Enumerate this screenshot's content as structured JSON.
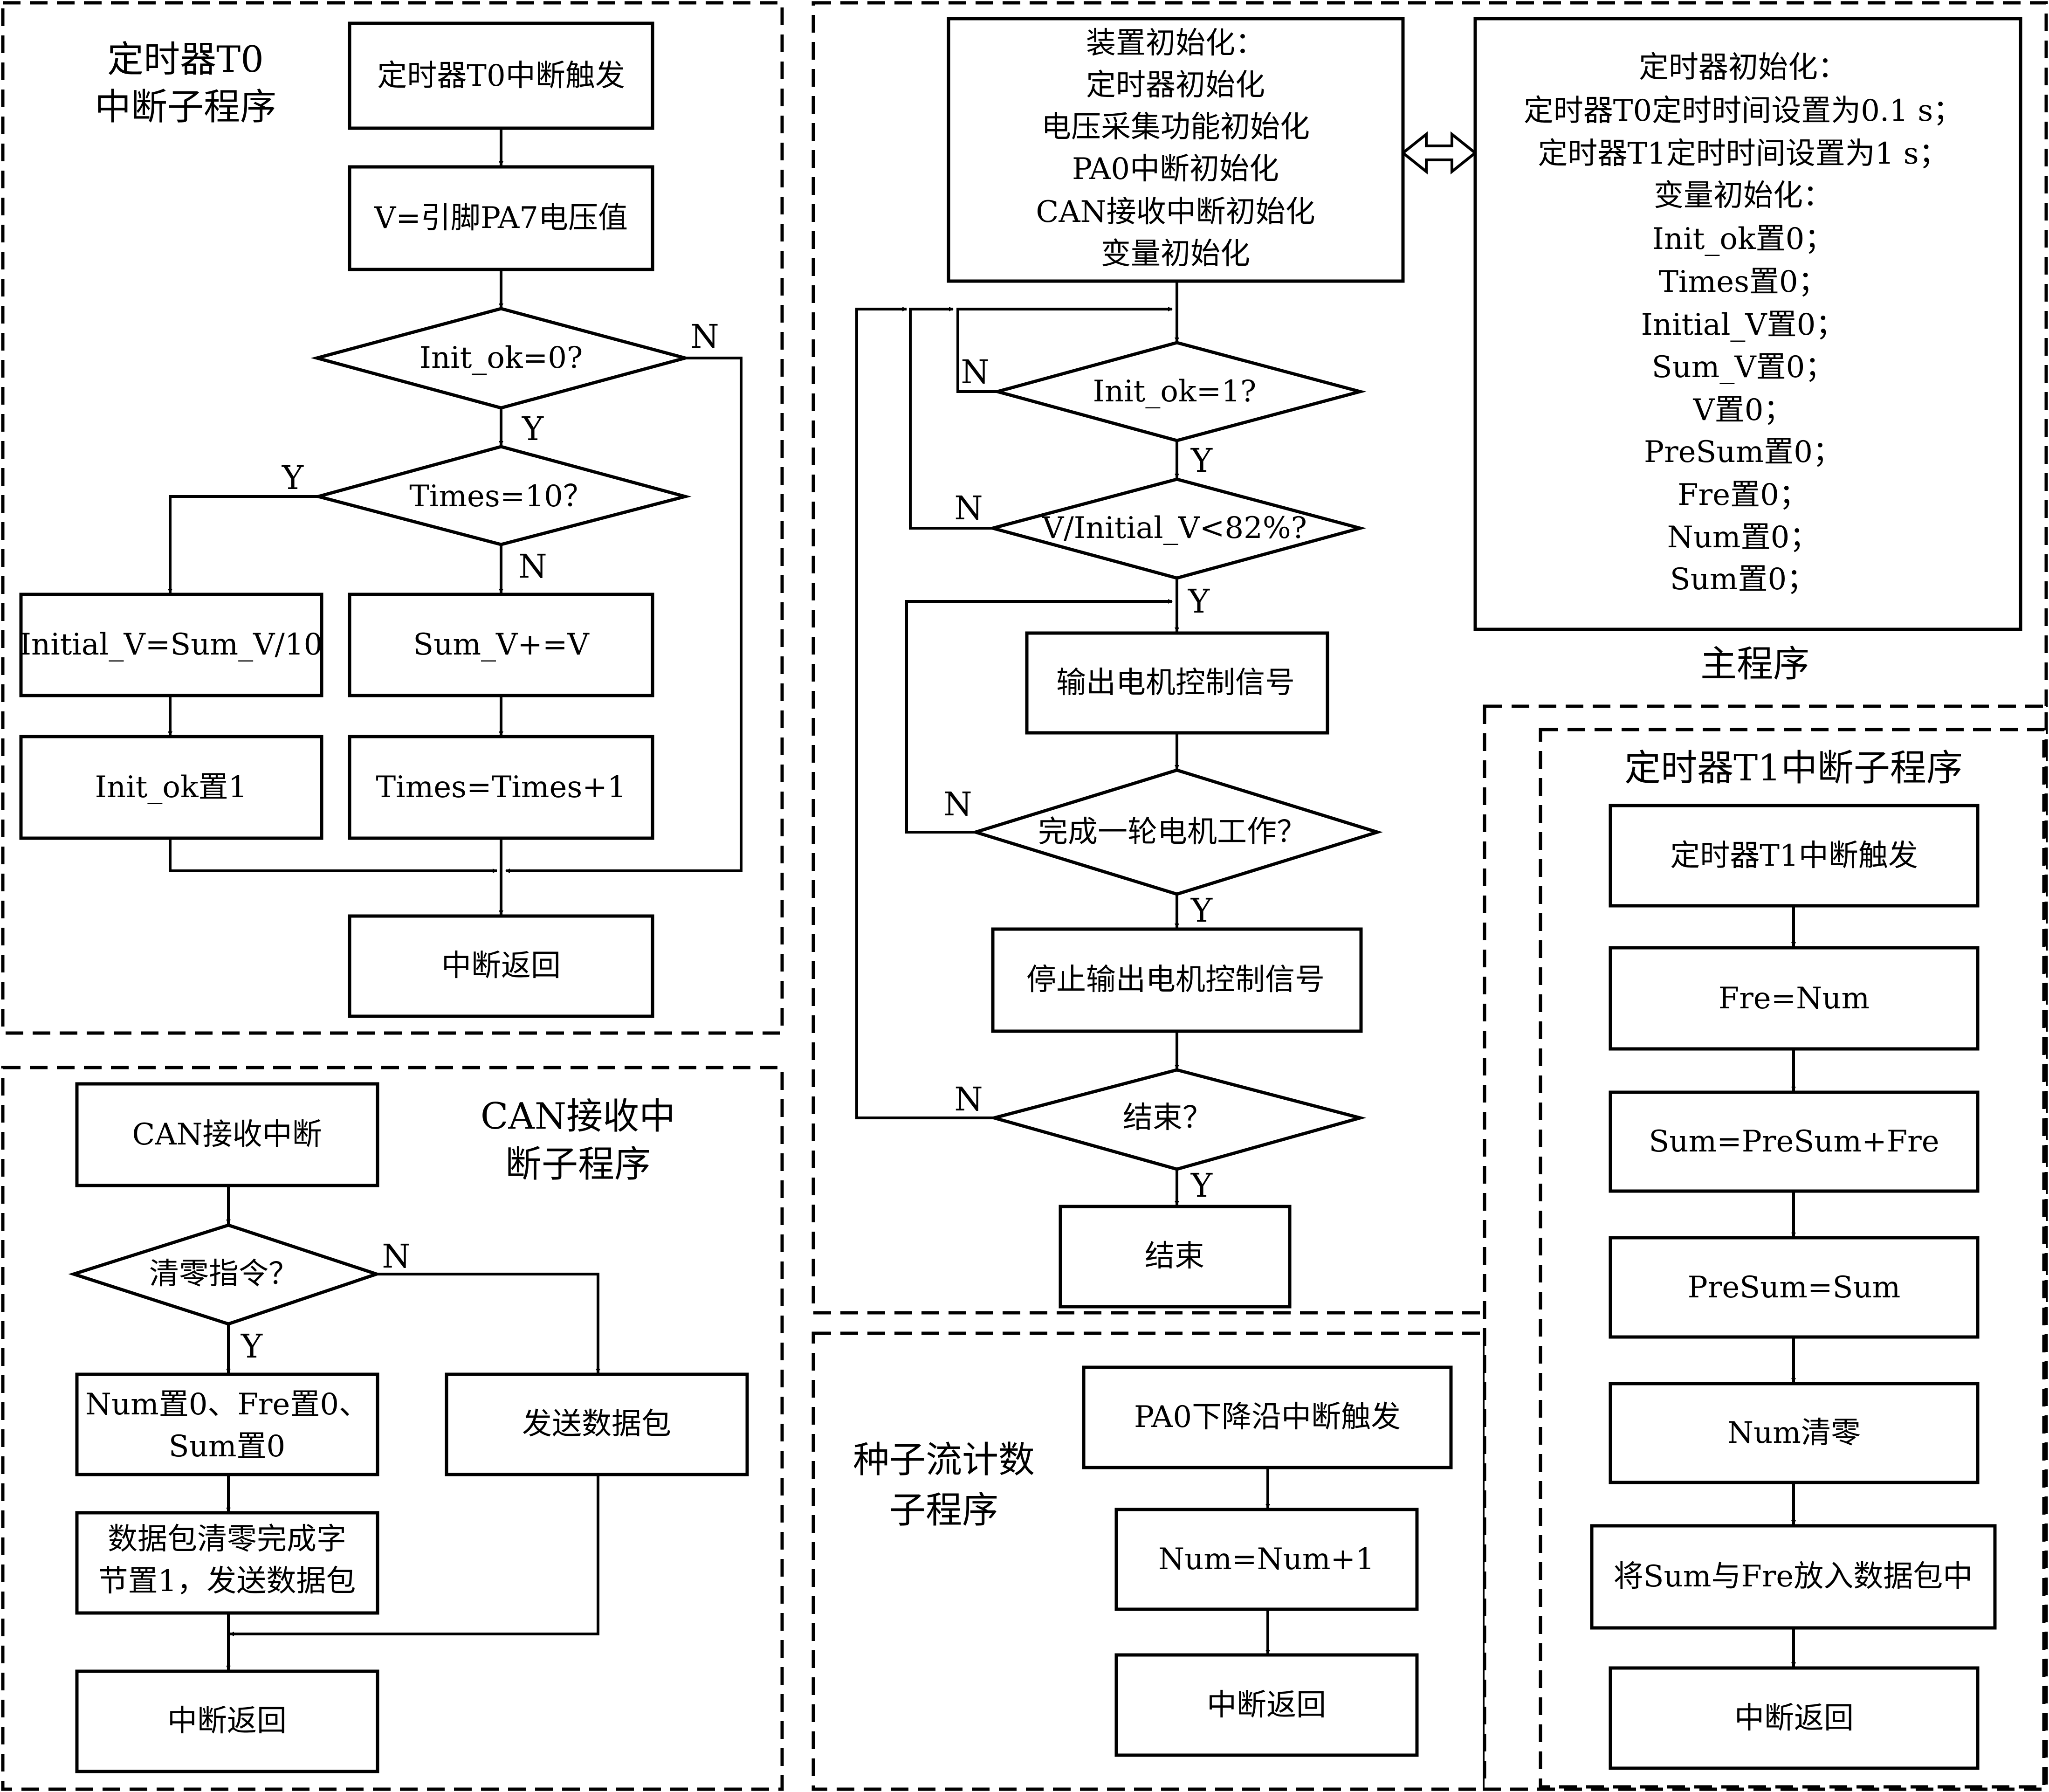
{
  "panels": {
    "t0_title": [
      "定时器T0",
      "中断子程序"
    ],
    "can_title": [
      "CAN接收中",
      "断子程序"
    ],
    "main_title": "主程序",
    "seed_title": [
      "种子流计数",
      "子程序"
    ],
    "t1_title": "定时器T1中断子程序"
  },
  "t0": {
    "trigger": "定时器T0中断触发",
    "read_v": "V=引脚PA7电压值",
    "init_check": "Init_ok=0?",
    "times_check": "Times=10？",
    "initial_v": "Initial_V=Sum_V/10",
    "sum_v": "Sum_V+=V",
    "init_ok_set": "Init_ok置1",
    "times_inc": "Times=Times+1",
    "return": "中断返回"
  },
  "can": {
    "trigger": "CAN接收中断",
    "clear_check": "清零指令？",
    "reset_vars": [
      "Num置0、Fre置0、",
      "Sum置0"
    ],
    "send_packet": "发送数据包",
    "clear_done": [
      "数据包清零完成字",
      "节置1，发送数据包"
    ],
    "return": "中断返回"
  },
  "main": {
    "init_block": [
      "装置初始化：",
      "定时器初始化",
      "电压采集功能初始化",
      "PA0中断初始化",
      "CAN接收中断初始化",
      "变量初始化"
    ],
    "init_detail": [
      "定时器初始化：",
      "定时器T0定时时间设置为0.1 s；",
      "定时器T1定时时间设置为1 s；",
      "变量初始化：",
      "Init_ok置0；",
      "Times置0；",
      "Initial_V置0；",
      "Sum_V置0；",
      "V置0；",
      "PreSum置0；",
      "Fre置0；",
      "Num置0；",
      "Sum置0；"
    ],
    "init_ok_check": "Init_ok=1?",
    "ratio_check": "V/Initial_V<82%?",
    "motor_on": "输出电机控制信号",
    "round_check": "完成一轮电机工作？",
    "motor_off": "停止输出电机控制信号",
    "end_check": "结束？",
    "end": "结束"
  },
  "seed": {
    "trigger": "PA0下降沿中断触发",
    "num_inc": "Num=Num+1",
    "return": "中断返回"
  },
  "t1": {
    "trigger": "定时器T1中断触发",
    "fre": "Fre=Num",
    "sum": "Sum=PreSum+Fre",
    "presum": "PreSum=Sum",
    "num_clear": "Num清零",
    "pack": "将Sum与Fre放入数据包中",
    "return": "中断返回"
  },
  "branch": {
    "yes": "Y",
    "no": "N"
  }
}
